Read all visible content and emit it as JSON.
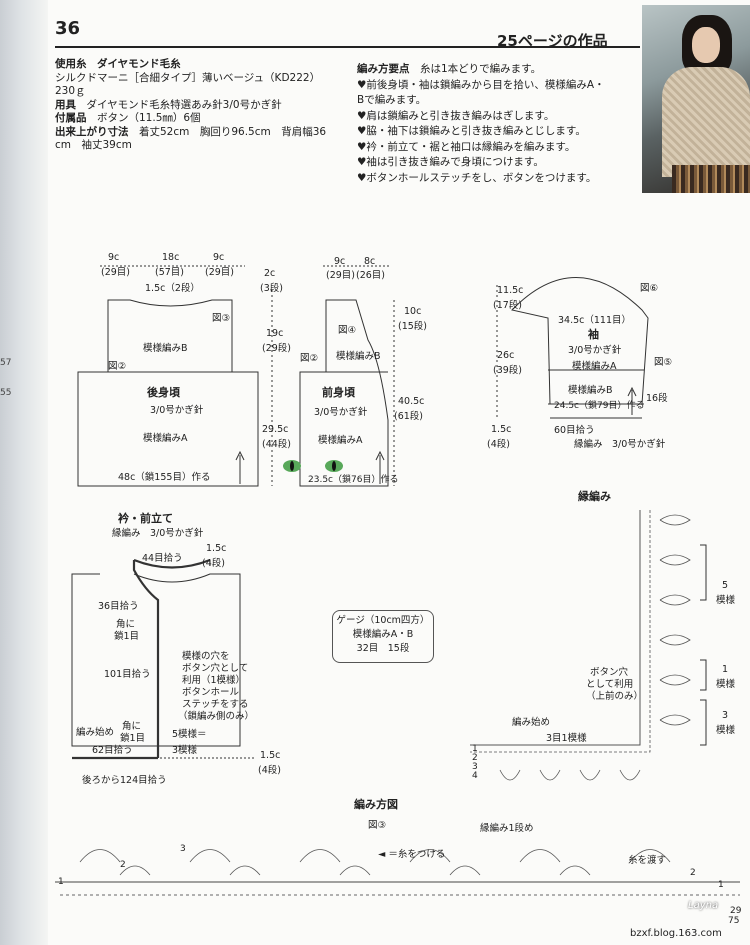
{
  "header": {
    "pattern_number": "36",
    "page_ref": "25ページの作品"
  },
  "binding_numbers": [
    "57",
    "55"
  ],
  "specs": {
    "yarn_label": "使用糸",
    "yarn_brand": "ダイヤモンド毛糸",
    "yarn_name": "シルクドマーニ［合細タイプ］薄いベージュ（KD222）",
    "yarn_weight": "230ｇ",
    "tools_label": "用具",
    "tools_value": "ダイヤモンド毛糸特選あみ針3/0号かぎ針",
    "notions_label": "付属品",
    "notions_value": "ボタン（11.5㎜）6個",
    "size_label": "出来上がり寸法",
    "size_value": "着丈52cm　胸回り96.5cm　背肩幅36",
    "size_value2": "cm　袖丈39cm"
  },
  "method": {
    "title": "編み方要点",
    "intro": "糸は1本どりで編みます。",
    "steps": [
      "♥前後身頃・袖は鎖編みから目を拾い、模様編みA・",
      "Bで編みます。",
      "♥肩は鎖編みと引き抜き編みはぎします。",
      "♥脇・袖下は鎖編みと引き抜き編みとじします。",
      "♥衿・前立て・裾と袖口は縁編みを編みます。",
      "♥袖は引き抜き編みで身頃につけます。",
      "♥ボタンホールステッチをし、ボタンをつけます。"
    ]
  },
  "back": {
    "w_left": "9c",
    "w_left_st": "(29目)",
    "w_mid": "18c",
    "w_mid_st": "(57目)",
    "w_right": "9c",
    "w_right_st": "(29目)",
    "neck_drop": "1.5c（2段）",
    "fig3": "図③",
    "fig2": "図②",
    "pattern_b": "模様編みB",
    "title": "後身頃",
    "hook": "3/0号かぎ針",
    "pattern_a": "模様編みA",
    "bottom": "48c（鎖155目）作る",
    "shoulder": "2c",
    "shoulder_rows": "(3段)",
    "armhole": "19c",
    "armhole_rows": "(29段)",
    "body": "29.5c",
    "body_rows": "(44段)"
  },
  "front": {
    "w_left": "9c",
    "w_left_st": "(29目)",
    "w_right": "8c",
    "w_right_st": "(26目)",
    "fig4": "図④",
    "fig2": "図②",
    "pattern_b": "模様編みB",
    "title": "前身頃",
    "hook": "3/0号かぎ針",
    "pattern_a": "模様編みA",
    "bottom": "23.5c（鎖76目）作る",
    "neck": "10c",
    "neck_rows": "(15段)",
    "length": "40.5c",
    "length_rows": "(61段)"
  },
  "sleeve": {
    "cap": "11.5c",
    "cap_rows": "(17段)",
    "fig6": "図⑥",
    "top_width": "34.5c（111目）",
    "title": "袖",
    "hook": "3/0号かぎ針",
    "pattern_a": "模様編みA",
    "fig5": "図⑤",
    "length": "26c",
    "length_rows": "(39段)",
    "pattern_b": "模様編みB",
    "cuff_width": "24.5c（鎖79目）作る",
    "cuff_rows": "16段",
    "edge": "1.5c",
    "edge_rows": "(4段)",
    "bottom": "60目拾う",
    "edging": "縁編み　3/0号かぎ針"
  },
  "collar": {
    "title": "衿・前立て",
    "subtitle": "縁編み　3/0号かぎ針",
    "top_pick": "44目拾う",
    "top_edge": "1.5c",
    "top_edge_rows": "(4段)",
    "neck_pick": "36目拾う",
    "corner1": "角に",
    "corner1b": "鎖1目",
    "front_pick": "101目拾う",
    "buttonhole_1": "模様の穴を",
    "buttonhole_2": "ボタン穴として",
    "buttonhole_3": "利用（1模様）",
    "buttonhole_4": "ボタンホール",
    "buttonhole_5": "ステッチをする",
    "buttonhole_6": "（鎖編み側のみ）",
    "start": "編み始め",
    "corner2": "角に",
    "corner2b": "鎖1目",
    "five_rep": "5模様＝",
    "three_rep": "3模様",
    "hem_pick": "62目拾う",
    "bottom_edge": "1.5c",
    "bottom_edge_rows": "(4段)",
    "back_pick": "後ろから124目拾う"
  },
  "gauge": {
    "line1": "ゲージ（10cm四方）",
    "line2": "模様編みA・B",
    "line3": "32目　15段"
  },
  "edging": {
    "title": "縁編み",
    "five_rep": "5",
    "five_rep_b": "模様",
    "one_rep": "1",
    "one_rep_b": "模様",
    "three_rep": "3",
    "three_rep_b": "模様",
    "buttonhole_1": "ボタン穴",
    "buttonhole_2": "として利用",
    "buttonhole_3": "（上前のみ）",
    "start": "編み始め",
    "three_pick": "3目1模様",
    "rows": [
      "1",
      "2",
      "3",
      "4"
    ]
  },
  "chart": {
    "title": "編み方図",
    "fig3": "図③",
    "join": "◄ ＝糸をつける",
    "start_row": "縁編み1段め",
    "pass": "糸を渡す",
    "rows": [
      "1",
      "2",
      "3"
    ],
    "row_right": [
      "2",
      "1"
    ],
    "page_num": "29"
  },
  "footer": {
    "url": "bzxf.blog.163.com",
    "page": "75",
    "watermark": "Layna"
  }
}
